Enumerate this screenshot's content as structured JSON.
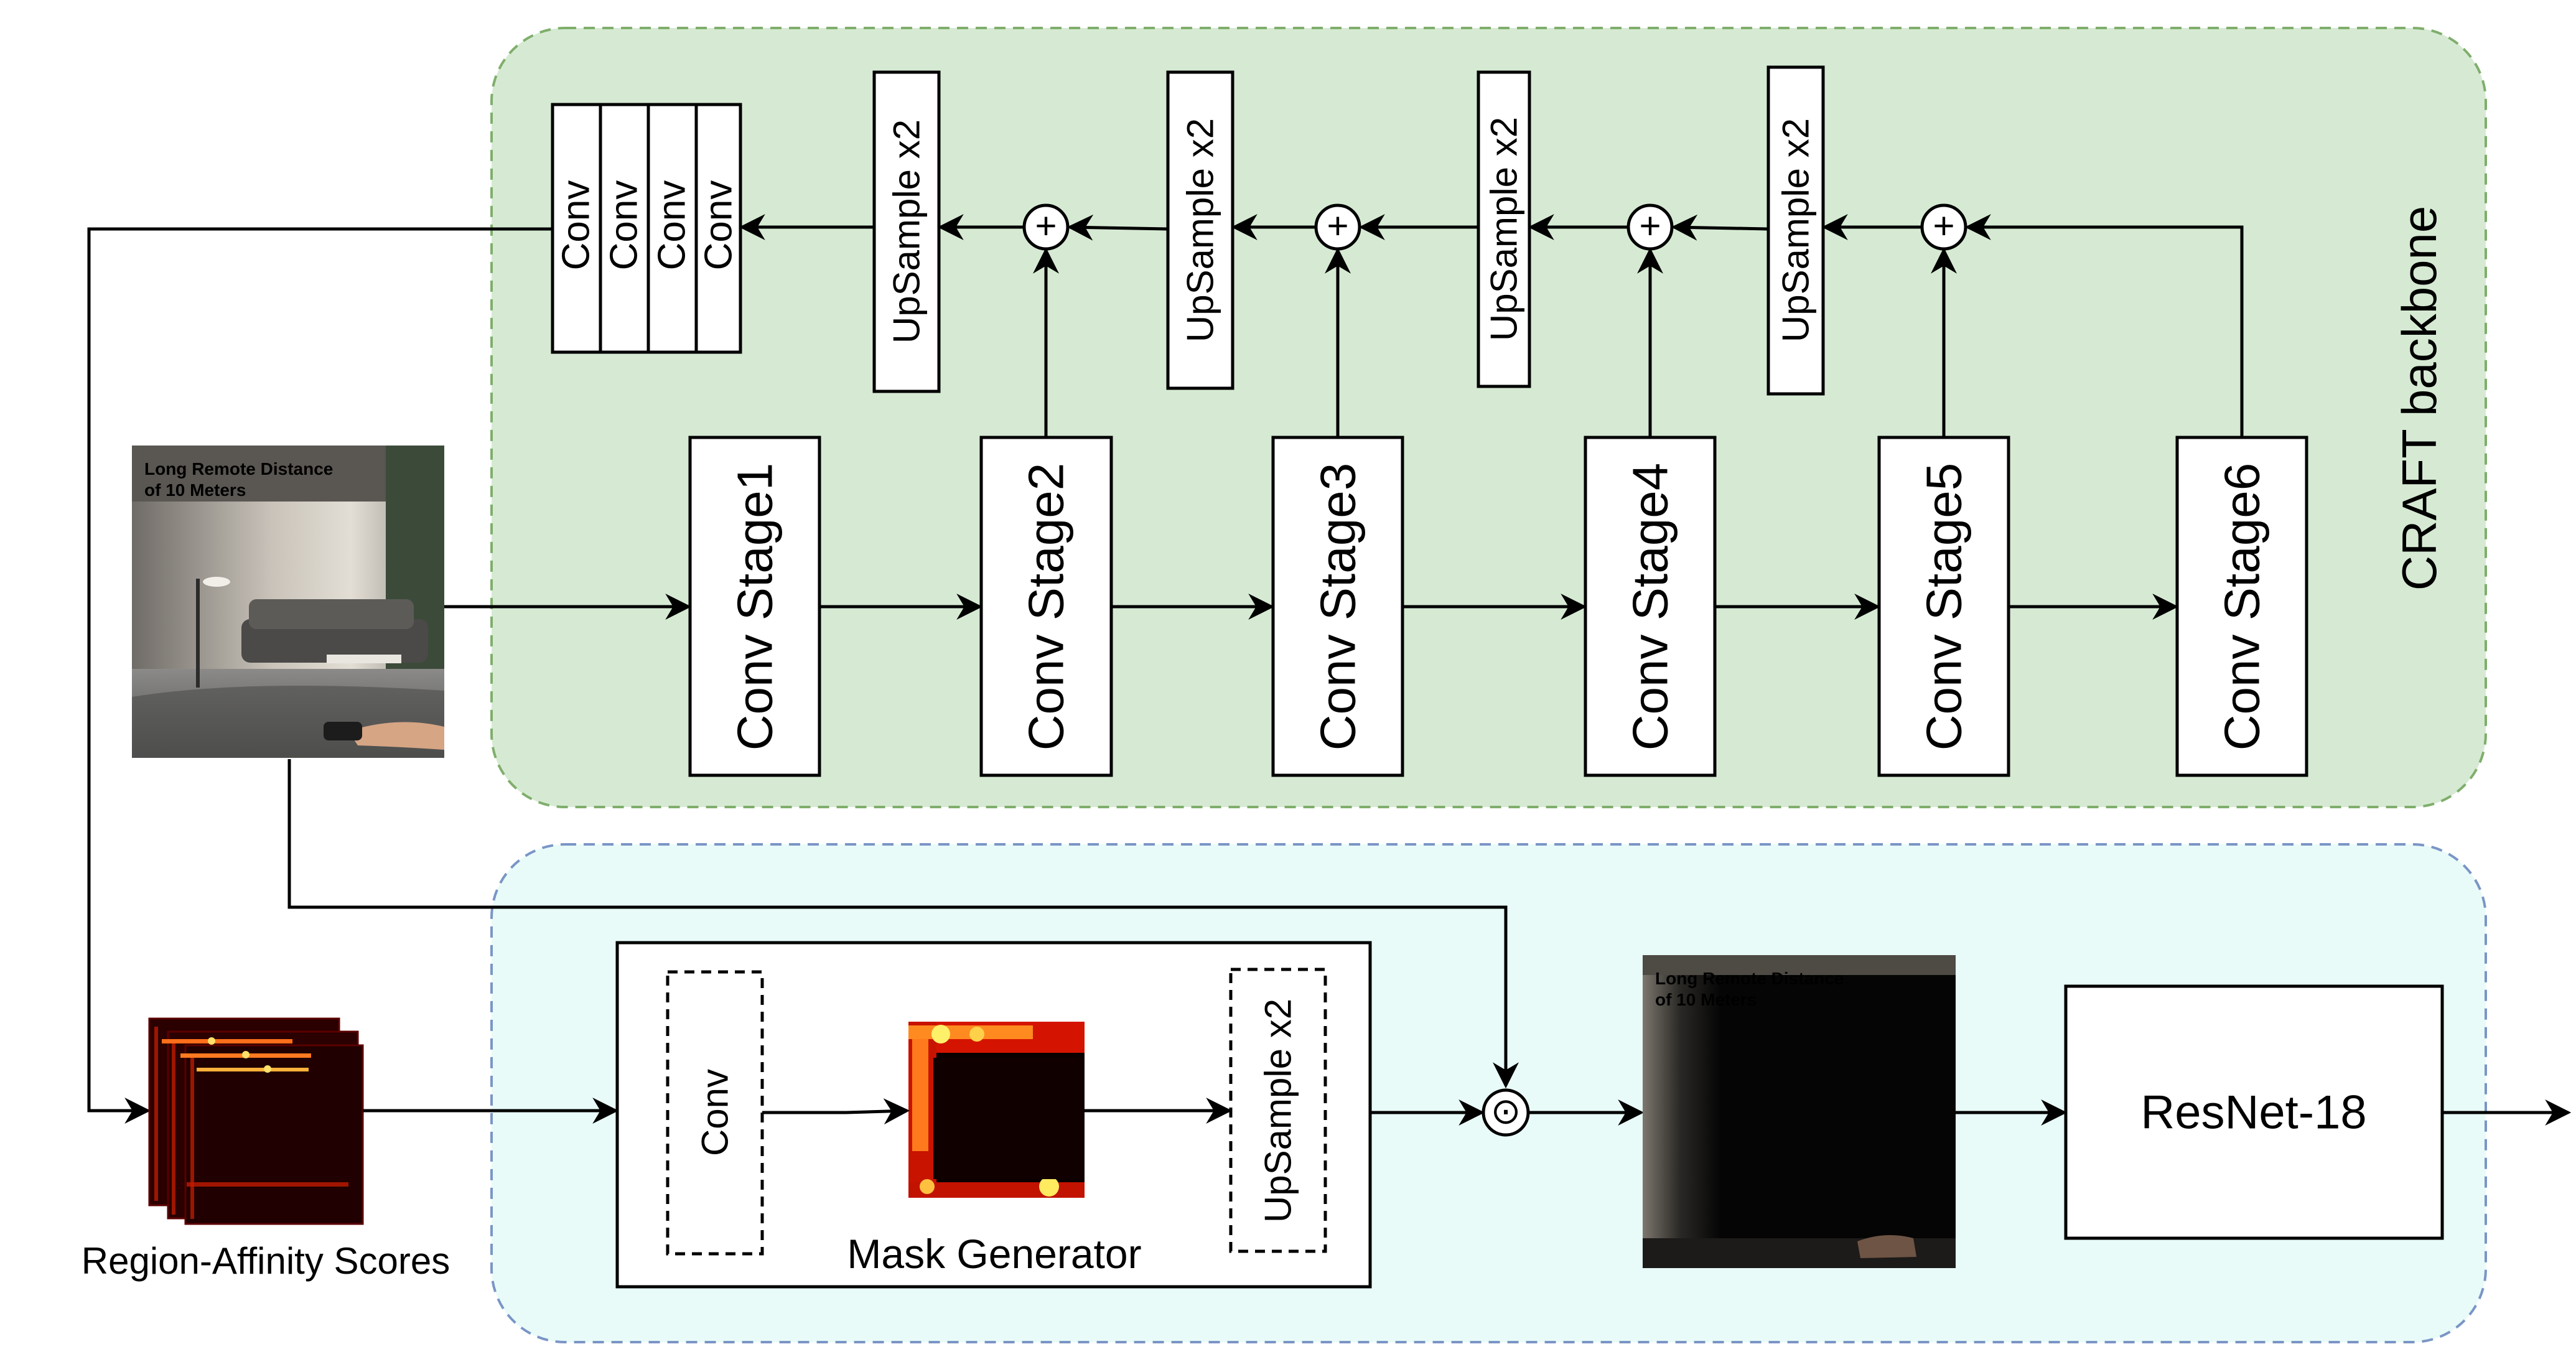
{
  "colors": {
    "backbone_fill": "#d6ead3",
    "backbone_border": "#7fae6c",
    "backbone_label": "#2a6b2a",
    "mask_fill": "#e8fbf8",
    "mask_border": "#7a95c6"
  },
  "backbone": {
    "title": "CRAFT backbone",
    "stages": [
      "Conv Stage1",
      "Conv Stage2",
      "Conv Stage3",
      "Conv Stage4",
      "Conv Stage5",
      "Conv Stage6"
    ],
    "upsample_label": "UpSample x2",
    "conv_stack": [
      "Conv",
      "Conv",
      "Conv",
      "Conv"
    ],
    "merge_operator": "+"
  },
  "input_image": {
    "caption_line1": "Long Remote Distance",
    "caption_line2": "of 10 Meters"
  },
  "score_maps": {
    "caption": "Region-Affinity Scores"
  },
  "mask_generator": {
    "title": "Mask Generator",
    "conv_label": "Conv",
    "upsample_label": "UpSample x2"
  },
  "masked_image": {
    "caption_line1": "Long Remote Distance",
    "caption_line2": "of 10 Meters"
  },
  "multiply_operator": "⊙",
  "classifier": {
    "label": "ResNet-18"
  }
}
